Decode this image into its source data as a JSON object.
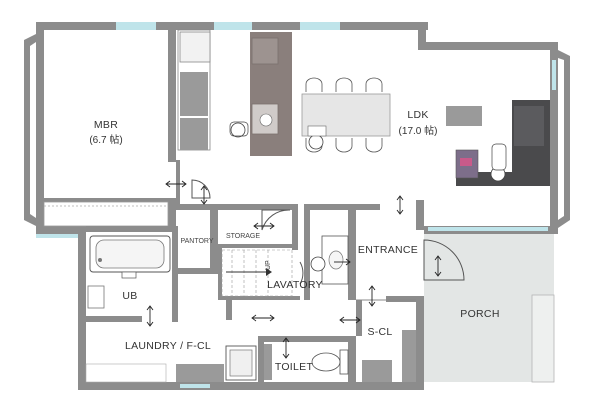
{
  "rooms": {
    "mbr": {
      "name": "MBR",
      "size": "(6.7 帖)"
    },
    "ldk": {
      "name": "LDK",
      "size": "(17.0 帖)"
    },
    "pantory": {
      "name": "PANTORY"
    },
    "storage": {
      "name": "STORAGE"
    },
    "entrance": {
      "name": "ENTRANCE"
    },
    "lavatory": {
      "name": "LAVATORY"
    },
    "ub": {
      "name": "UB"
    },
    "laundry": {
      "name": "LAUNDRY / F-CL"
    },
    "toilet": {
      "name": "TOILET"
    },
    "scl": {
      "name": "S-CL"
    },
    "porch": {
      "name": "PORCH"
    }
  },
  "stairs": {
    "label": "UP"
  },
  "colors": {
    "wall": "#8c8c8c",
    "window": "#bfe4ea",
    "porch_fill": "#e3e6e5",
    "sofa": "#4a4a4c",
    "counter": "#8a7f7c",
    "furniture_gray": "#9a9a9a"
  },
  "icons": {
    "door": "door-swing-arc",
    "walk_direction": "double-arrow",
    "person": "person-figure"
  }
}
